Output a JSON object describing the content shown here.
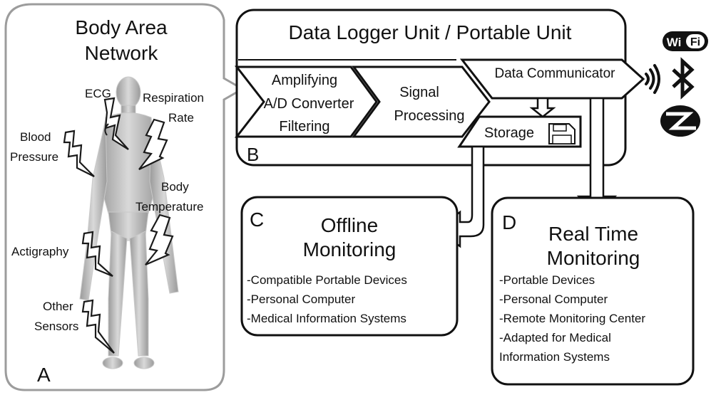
{
  "panel_a": {
    "title_line1": "Body Area",
    "title_line2": "Network",
    "letter": "A",
    "sensors": {
      "ecg": "ECG",
      "respiration_line1": "Respiration",
      "respiration_line2": "Rate",
      "blood_line1": "Blood",
      "blood_line2": "Pressure",
      "body_temp_line1": "Body",
      "body_temp_line2": "Temperature",
      "actigraphy": "Actigraphy",
      "other_line1": "Other",
      "other_line2": "Sensors"
    }
  },
  "panel_b": {
    "title": "Data Logger Unit / Portable Unit",
    "letter": "B",
    "stage1_line1": "Amplifying",
    "stage1_line2": "A/D Converter",
    "stage1_line3": "Filtering",
    "stage2_line1": "Signal",
    "stage2_line2": "Processing",
    "communicator": "Data Communicator",
    "storage": "Storage"
  },
  "panel_c": {
    "letter": "C",
    "title_line1": "Offline",
    "title_line2": "Monitoring",
    "items": [
      "-Compatible Portable Devices",
      "-Personal Computer",
      "-Medical Information Systems"
    ]
  },
  "panel_d": {
    "letter": "D",
    "title_line1": "Real Time",
    "title_line2": "Monitoring",
    "items": [
      "-Portable Devices",
      "-Personal Computer",
      "-Remote Monitoring Center",
      "-Adapted for Medical",
      "Information Systems"
    ]
  },
  "wireless": {
    "wifi_left": "Wi",
    "wifi_right": "Fi",
    "icons": [
      "wifi-logo-icon",
      "bluetooth-icon",
      "zigbee-icon",
      "wireless-signal-icon"
    ]
  }
}
